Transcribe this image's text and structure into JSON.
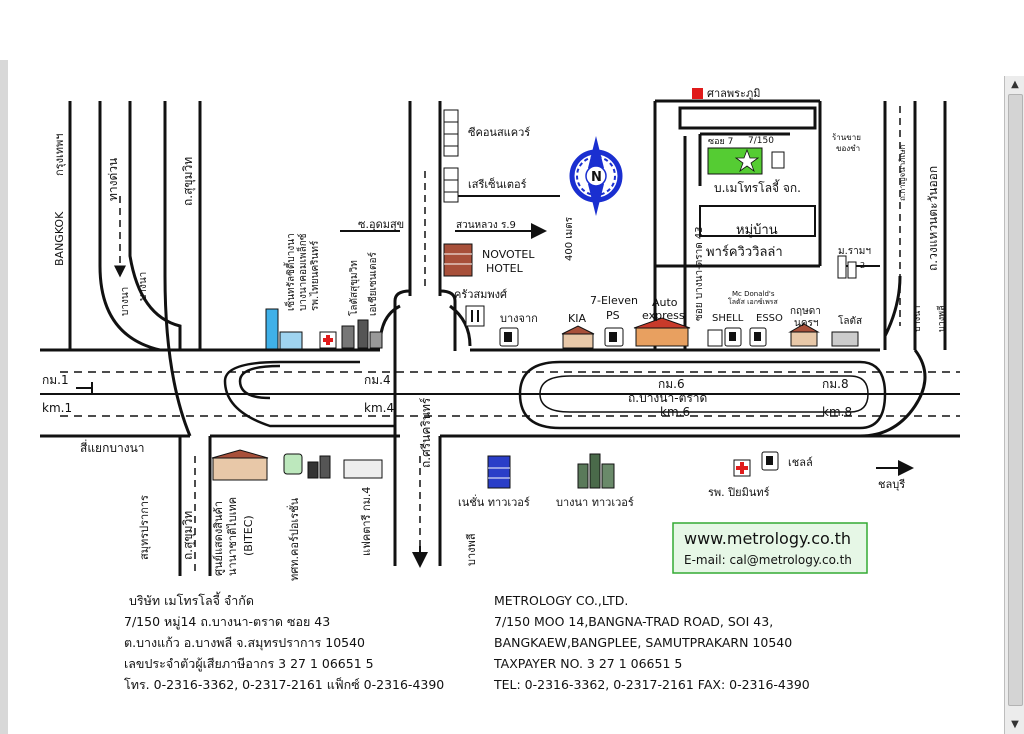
{
  "map": {
    "left_road": {
      "bangkok": "BANGKOK",
      "bangkok_th": "กรุงเทพฯ",
      "expressway": "ทางด่วน",
      "bangna_a": "บางนา",
      "bangna_b": "บางนา",
      "sukhumvit_top": "ถ.สุขุมวิท",
      "sukhumvit_bottom": "ถ.สุขุมวิท",
      "samut_prakan": "สมุทรปราการ",
      "bangna_junction": "สี่แยกบางนา",
      "bangphli": "บางพลี",
      "km1_th": "กม.1",
      "km1_en": "km.1"
    },
    "landmarks": {
      "central_bangna": "เซ็นทรัลซิตี้บางนา",
      "bangna_complex": "บางนาคอมเพล็กซ์",
      "thai_nakarin_hospital": "รพ.ไทยนครินทร์",
      "lotus_sukhumvit": "โลตัสสุขุมวิท",
      "ekkamai_center": "เอเชียเซนเตอร์",
      "soi_udomsuk": "ซ.อุดมสุข",
      "seacon_square": "ซีคอนสแควร์",
      "seri_center": "เสรีเซ็นเตอร์",
      "suan_luang": "สวนหลวง ร.9",
      "novotel": "NOVOTEL\nHOTEL",
      "novotel_line1": "NOVOTEL",
      "novotel_line2": "HOTEL",
      "krua_sompong": "ครัวสมพงศ์",
      "four_hundred_m": "400 เมตร",
      "bangchak": "บางจาก",
      "kia": "KIA",
      "seven_eleven": "7-Eleven",
      "ps": "PS",
      "auto_express_1": "Auto",
      "auto_express_2": "express",
      "sarn_phra_phum": "ศาลพระภูมิ",
      "soi7": "ซอย 7",
      "unit": "7/150",
      "shop_1": "ร้านขาย",
      "shop_2": "ของชำ",
      "company_th": "บ.เมโทรโลจี้ จก.",
      "village_1": "หมู่บ้าน",
      "village_2": "พาร์ควิววิลล่า",
      "soi43": "ซอย บางนา-ตราด 43",
      "mcdonalds_1": "Mc Donald's",
      "mcdonalds_2": "โลตัส เอกซ์เพรส",
      "shell": "SHELL",
      "esso": "ESSO",
      "krisda_1": "กฤษดา",
      "krisda_2": "นครฯ",
      "m_rama_1": "ม.รามฯ",
      "m_rama_2": "2",
      "lotus": "โลตัส",
      "ring_road": "ถ.กาญจนาภิเษก",
      "ring_road_top": "ถ.วงแหวนตะวันออก",
      "bangna_right_a": "บางนา",
      "bangna_right_b": "บางพลี",
      "chonburi": "ชลบุรี",
      "srinakarin": "ถ.ศรีนครินทร์",
      "bitec_1": "ศูนย์แสดงสินค้า",
      "bitec_2": "นานาชาติไบเทค",
      "bitec_3": "(BITEC)",
      "tot": "ทศท.คอร์ปอเรชั่น",
      "pier_km4": "แฟคตารี กม.4",
      "bangna_tower": "บางนา ทาวเวอร์",
      "nation_tower": "เนชั่น ทาวเวอร์",
      "bangplee_down": "บางพลี",
      "piyamin_hospital": "รพ. ปิยมินทร์",
      "shell_right": "เชลล์"
    },
    "roads": {
      "km4_th": "กม.4",
      "km4_en": "km.4",
      "km6_th": "กม.6",
      "bangna_trad_th": "ถ.บางนา-ตราด",
      "km6_en": "km.6",
      "km8_th": "กม.8",
      "km8_en": "km.8"
    },
    "compass": {
      "label": "N"
    },
    "contact": {
      "website": "www.metrology.co.th",
      "email": "E-mail: cal@metrology.co.th"
    }
  },
  "address_th": {
    "line1": "บริษัท เมโทรโลจี้ จำกัด",
    "line2": "7/150 หมู่14 ถ.บางนา-ตราด  ซอย  43",
    "line3": "ต.บางแก้ว อ.บางพลี จ.สมุทรปราการ 10540",
    "line4": "เลขประจำตัวผู้เสียภาษีอากร 3 27 1 06651 5",
    "line5": "โทร. 0-2316-3362, 0-2317-2161 แฟ็กซ์ 0-2316-4390"
  },
  "address_en": {
    "line1": "METROLOGY CO.,LTD.",
    "line2": "7/150 MOO 14,BANGNA-TRAD ROAD, SOI 43,",
    "line3": "BANGKAEW,BANGPLEE, SAMUTPRAKARN 10540",
    "line4": "TAXPAYER NO. 3 27 1 06651 5",
    "line5": "TEL: 0-2316-3362, 0-2317-2161 FAX: 0-2316-4390"
  },
  "colors": {
    "company_green": "#55cc33",
    "contact_box_bg": "#e6f7e6",
    "contact_border": "#33aa33",
    "compass_blue": "#1a2fd0",
    "hospital_red": "#e01b1b",
    "road": "#111111"
  }
}
